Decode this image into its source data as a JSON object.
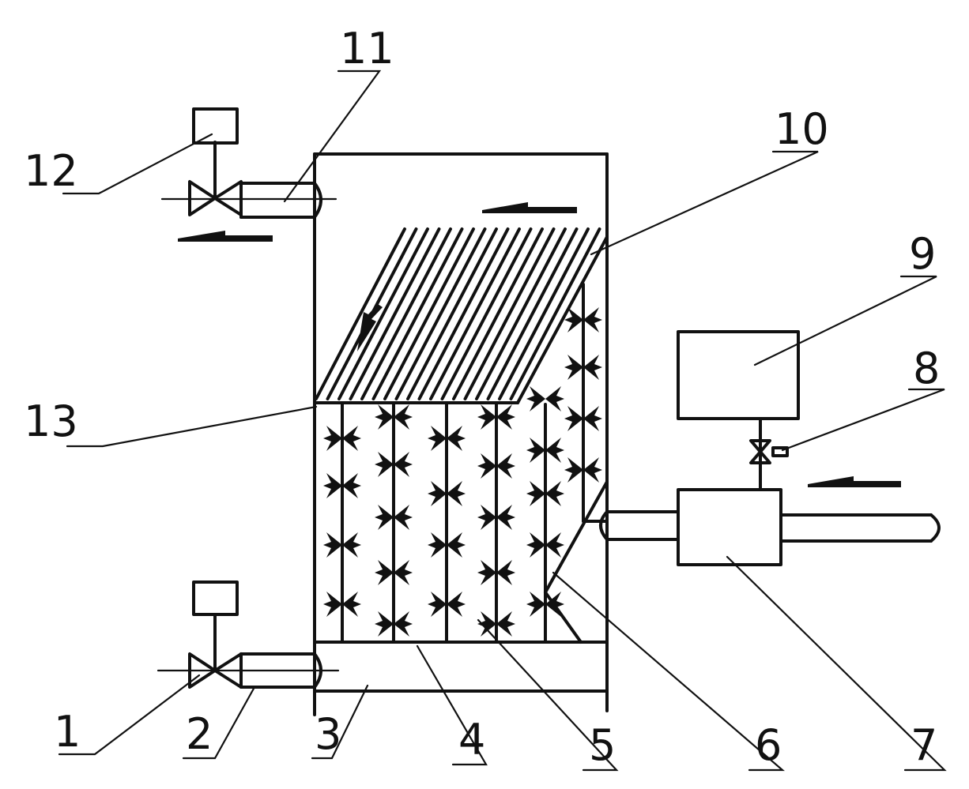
{
  "labels": [
    "1",
    "2",
    "3",
    "4",
    "5",
    "6",
    "7",
    "8",
    "9",
    "10",
    "11",
    "12",
    "13"
  ],
  "colors": {
    "ink": "#111111",
    "background": "#ffffff"
  }
}
